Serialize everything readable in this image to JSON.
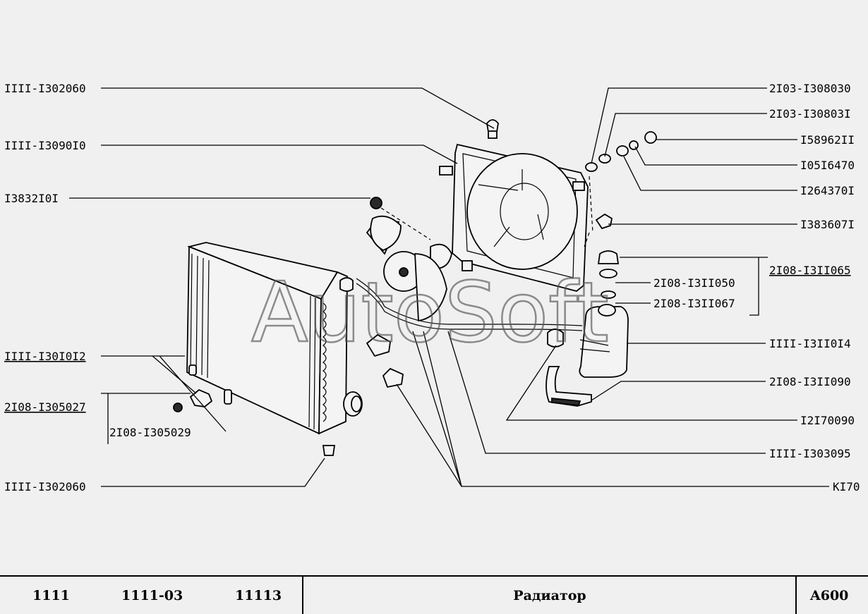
{
  "watermark": "AutoSoft",
  "footer": {
    "models": [
      "1111",
      "1111-03",
      "11113"
    ],
    "title": "Радиатор",
    "code": "A600"
  },
  "callouts": {
    "left": [
      "IIII-I302060",
      "IIII-I3090I0",
      "I3832I0I",
      "IIII-I30I0I2",
      "2I08-I305027",
      "2I08-I305029",
      "IIII-I302060"
    ],
    "right": [
      "2I03-I308030",
      "2I03-I30803I",
      "I58962II",
      "I05I6470",
      "I264370I",
      "I383607I",
      "2I08-I3II065",
      "2I08-I3II050",
      "2I08-I3II067",
      "IIII-I3II0I4",
      "2I08-I3II090",
      "I2I70090",
      "IIII-I303095",
      "KI70"
    ]
  }
}
